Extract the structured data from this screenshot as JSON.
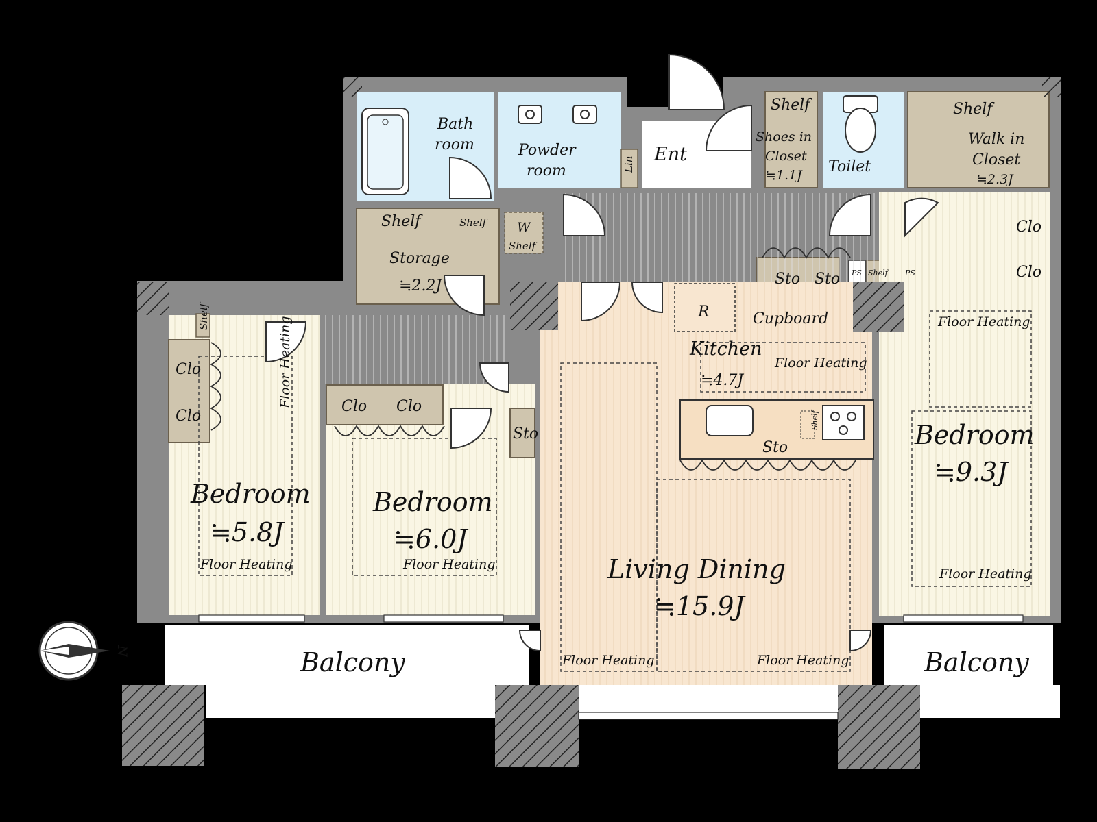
{
  "colors": {
    "background": "#000000",
    "wall": "#8a8a8a",
    "wet_area": "#d8eef9",
    "storage": "#cfc5ae",
    "bedroom_floor": "#faf6e4",
    "living_floor": "#f8e6d0",
    "hall_floor": "#ffffff",
    "balcony": "#ffffff"
  },
  "icons": {
    "compass": "north-arrow-icon",
    "door": "door-swing-icon",
    "pillar": "pillar-hatch-icon"
  },
  "compass": {
    "label": "N"
  },
  "rooms": {
    "bath": {
      "line1": "Bath",
      "line2": "room"
    },
    "powder": {
      "line1": "Powder",
      "line2": "room"
    },
    "lin": "Lin",
    "ent": "Ent",
    "shoes": {
      "line1": "Shoes in",
      "line2": "Closet",
      "size": "≒1.1J"
    },
    "toilet": "Toilet",
    "wic": {
      "shelf": "Shelf",
      "line1": "Walk in",
      "line2": "Closet",
      "size": "≒2.3J"
    },
    "shoes_shelf": "Shelf",
    "storage": {
      "shelf_a": "Shelf",
      "shelf_b": "Shelf",
      "name": "Storage",
      "size": "≒2.2J"
    },
    "washer": {
      "w": "W",
      "shelf": "Shelf"
    },
    "hall_sto_1": "Sto",
    "hall_sto_2": "Sto",
    "ps_1": "PS",
    "ps_2": "PS",
    "ps_shelf": "Shelf",
    "fridge": "R",
    "cupboard": "Cupboard",
    "kitchen": {
      "name": "Kitchen",
      "size": "≒4.7J",
      "heating": "Floor Heating"
    },
    "island": {
      "sto": "Sto",
      "shelf": "Shelf"
    },
    "bedroom_a": {
      "name": "Bedroom",
      "size": "≒5.8J",
      "heating": "Floor Heating",
      "clo_1": "Clo",
      "clo_2": "Clo",
      "shelf": "Shelf"
    },
    "bedroom_b": {
      "name": "Bedroom",
      "size": "≒6.0J",
      "heating": "Floor Heating",
      "clo_1": "Clo",
      "clo_2": "Clo",
      "sto": "Sto"
    },
    "living": {
      "name": "Living Dining",
      "size": "≒15.9J",
      "heating_left": "Floor Heating",
      "heating_right": "Floor Heating"
    },
    "bedroom_c": {
      "name": "Bedroom",
      "size": "≒9.3J",
      "heating_top": "Floor Heating",
      "heating_bottom": "Floor Heating",
      "clo_1": "Clo",
      "clo_2": "Clo"
    },
    "balcony_left": "Balcony",
    "balcony_right": "Balcony"
  }
}
